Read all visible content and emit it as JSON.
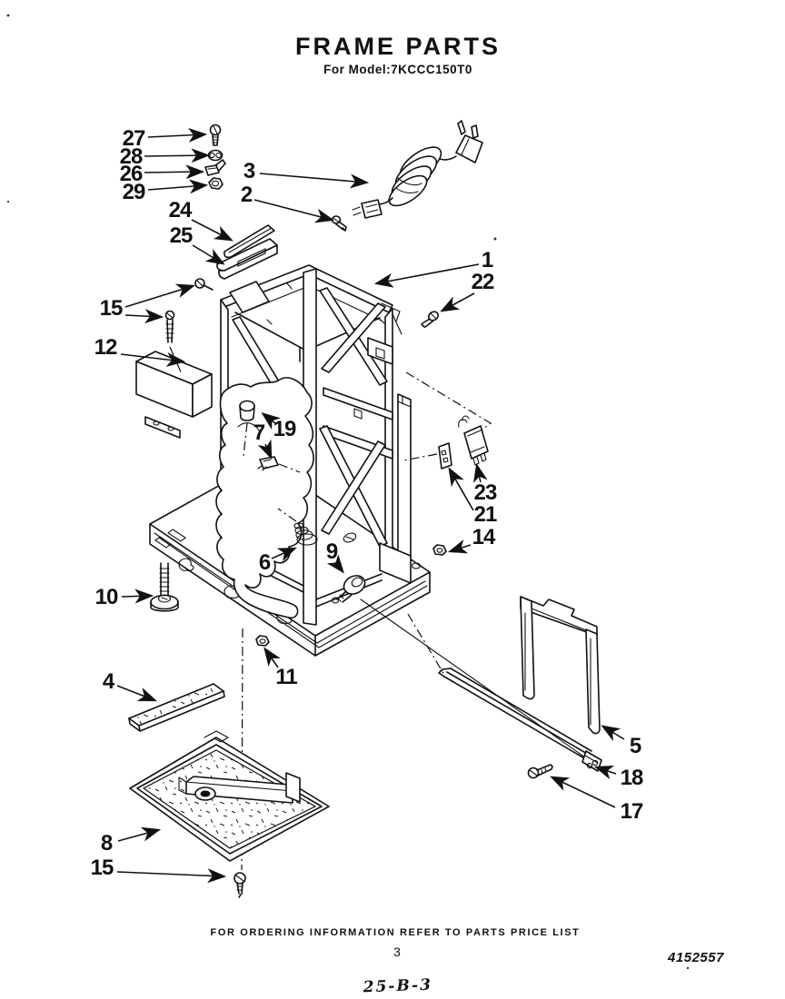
{
  "page": {
    "title": "FRAME PARTS",
    "subtitle": "For Model:7KCCC150T0",
    "footer_note": "FOR ORDERING INFORMATION REFER TO PARTS PRICE LIST",
    "page_number": "3",
    "doc_number": "4152557",
    "stamp": "25-B-3"
  },
  "diagram": {
    "type": "exploded-parts-diagram",
    "subject": "compactor frame assembly line drawing",
    "callouts": {
      "n1": "1",
      "n2": "2",
      "n3": "3",
      "n4": "4",
      "n5": "5",
      "n6": "6",
      "n7": "7",
      "n8": "8",
      "n9": "9",
      "n10": "10",
      "n11": "11",
      "n12": "12",
      "n14": "14",
      "n15a": "15",
      "n15b": "15",
      "n17": "17",
      "n18": "18",
      "n19": "19",
      "n21": "21",
      "n22": "22",
      "n23": "23",
      "n24": "24",
      "n25": "25",
      "n26": "26",
      "n27": "27",
      "n28": "28",
      "n29": "29"
    }
  }
}
